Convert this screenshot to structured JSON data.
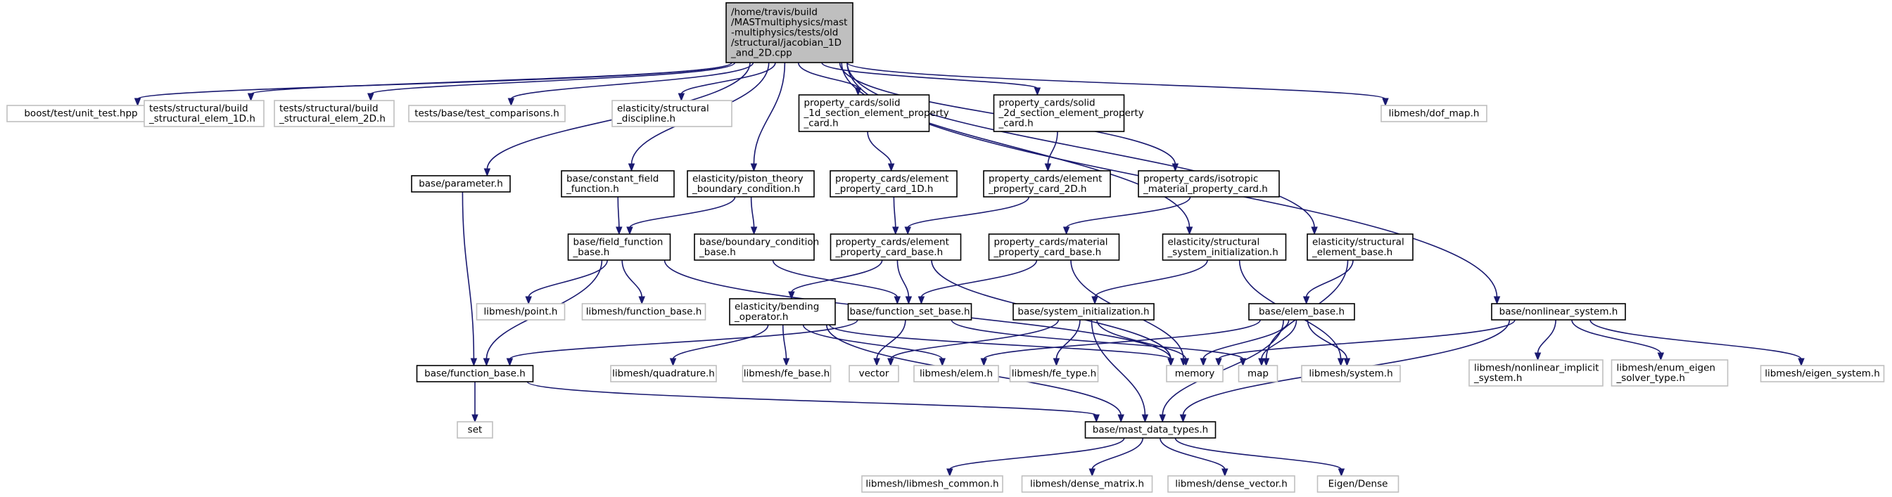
{
  "title": "/home/travis/build/MASTmultiphysics/mast-multiphysics/tests/old/structural/jacobian_1D_and_2D.cpp",
  "colors": {
    "edge": "#191970",
    "root_fill": "#bfbfbf",
    "documented_border": "#000000",
    "external_border": "#bfbfbf"
  },
  "nodes": [
    {
      "id": "root",
      "kind": "root",
      "lines": [
        "/home/travis/build",
        "/MASTmultiphysics/mast",
        "-multiphysics/tests/old",
        "/structural/jacobian_1D",
        "_and_2D.cpp"
      ]
    },
    {
      "id": "unit_test",
      "kind": "ext",
      "lines": [
        "boost/test/unit_test.hpp"
      ]
    },
    {
      "id": "elem1d",
      "kind": "ext",
      "lines": [
        "tests/structural/build",
        "_structural_elem_1D.h"
      ]
    },
    {
      "id": "elem2d",
      "kind": "ext",
      "lines": [
        "tests/structural/build",
        "_structural_elem_2D.h"
      ]
    },
    {
      "id": "test_comp",
      "kind": "ext",
      "lines": [
        "tests/base/test_comparisons.h"
      ]
    },
    {
      "id": "struct_disc",
      "kind": "ext",
      "lines": [
        "elasticity/structural",
        "_discipline.h"
      ]
    },
    {
      "id": "solid1d",
      "kind": "doc",
      "lines": [
        "property_cards/solid",
        "_1d_section_element_property",
        "_card.h"
      ]
    },
    {
      "id": "solid2d",
      "kind": "doc",
      "lines": [
        "property_cards/solid",
        "_2d_section_element_property",
        "_card.h"
      ]
    },
    {
      "id": "dof_map",
      "kind": "ext",
      "lines": [
        "libmesh/dof_map.h"
      ]
    },
    {
      "id": "parameter",
      "kind": "doc",
      "lines": [
        "base/parameter.h"
      ]
    },
    {
      "id": "const_field",
      "kind": "doc",
      "lines": [
        "base/constant_field",
        "_function.h"
      ]
    },
    {
      "id": "piston",
      "kind": "doc",
      "lines": [
        "elasticity/piston_theory",
        "_boundary_condition.h"
      ]
    },
    {
      "id": "epc1d",
      "kind": "doc",
      "lines": [
        "property_cards/element",
        "_property_card_1D.h"
      ]
    },
    {
      "id": "epc2d",
      "kind": "doc",
      "lines": [
        "property_cards/element",
        "_property_card_2D.h"
      ]
    },
    {
      "id": "iso_mat",
      "kind": "doc",
      "lines": [
        "property_cards/isotropic",
        "_material_property_card.h"
      ]
    },
    {
      "id": "field_fn",
      "kind": "doc",
      "lines": [
        "base/field_function",
        "_base.h"
      ]
    },
    {
      "id": "bc_base",
      "kind": "doc",
      "lines": [
        "base/boundary_condition",
        "_base.h"
      ]
    },
    {
      "id": "epc_base",
      "kind": "doc",
      "lines": [
        "property_cards/element",
        "_property_card_base.h"
      ]
    },
    {
      "id": "mat_base",
      "kind": "doc",
      "lines": [
        "property_cards/material",
        "_property_card_base.h"
      ]
    },
    {
      "id": "sys_init",
      "kind": "doc",
      "lines": [
        "elasticity/structural",
        "_system_initialization.h"
      ]
    },
    {
      "id": "struct_elem",
      "kind": "doc",
      "lines": [
        "elasticity/structural",
        "_element_base.h"
      ]
    },
    {
      "id": "point",
      "kind": "ext",
      "lines": [
        "libmesh/point.h"
      ]
    },
    {
      "id": "lm_fn_base",
      "kind": "ext",
      "lines": [
        "libmesh/function_base.h"
      ]
    },
    {
      "id": "bending",
      "kind": "doc",
      "lines": [
        "elasticity/bending",
        "_operator.h"
      ]
    },
    {
      "id": "fn_set",
      "kind": "doc",
      "lines": [
        "base/function_set_base.h"
      ]
    },
    {
      "id": "base_sys_init",
      "kind": "doc",
      "lines": [
        "base/system_initialization.h"
      ]
    },
    {
      "id": "elem_base",
      "kind": "doc",
      "lines": [
        "base/elem_base.h"
      ]
    },
    {
      "id": "nonlin",
      "kind": "doc",
      "lines": [
        "base/nonlinear_system.h"
      ]
    },
    {
      "id": "fn_base",
      "kind": "doc",
      "lines": [
        "base/function_base.h"
      ]
    },
    {
      "id": "quadrature",
      "kind": "ext",
      "lines": [
        "libmesh/quadrature.h"
      ]
    },
    {
      "id": "fe_base",
      "kind": "ext",
      "lines": [
        "libmesh/fe_base.h"
      ]
    },
    {
      "id": "vector",
      "kind": "ext",
      "lines": [
        "vector"
      ]
    },
    {
      "id": "lm_elem",
      "kind": "ext",
      "lines": [
        "libmesh/elem.h"
      ]
    },
    {
      "id": "fe_type",
      "kind": "ext",
      "lines": [
        "libmesh/fe_type.h"
      ]
    },
    {
      "id": "memory",
      "kind": "ext",
      "lines": [
        "memory"
      ]
    },
    {
      "id": "map",
      "kind": "ext",
      "lines": [
        "map"
      ]
    },
    {
      "id": "lm_system",
      "kind": "ext",
      "lines": [
        "libmesh/system.h"
      ]
    },
    {
      "id": "nl_implicit",
      "kind": "ext",
      "lines": [
        "libmesh/nonlinear_implicit",
        "_system.h"
      ]
    },
    {
      "id": "enum_eigen",
      "kind": "ext",
      "lines": [
        "libmesh/enum_eigen",
        "_solver_type.h"
      ]
    },
    {
      "id": "eigen_sys",
      "kind": "ext",
      "lines": [
        "libmesh/eigen_system.h"
      ]
    },
    {
      "id": "set",
      "kind": "ext",
      "lines": [
        "set"
      ]
    },
    {
      "id": "mast_types",
      "kind": "doc",
      "lines": [
        "base/mast_data_types.h"
      ]
    },
    {
      "id": "lm_common",
      "kind": "ext",
      "lines": [
        "libmesh/libmesh_common.h"
      ]
    },
    {
      "id": "dense_matrix",
      "kind": "ext",
      "lines": [
        "libmesh/dense_matrix.h"
      ]
    },
    {
      "id": "dense_vector",
      "kind": "ext",
      "lines": [
        "libmesh/dense_vector.h"
      ]
    },
    {
      "id": "eigen_dense",
      "kind": "ext",
      "lines": [
        "Eigen/Dense"
      ]
    }
  ],
  "edges": [
    [
      "root",
      "unit_test"
    ],
    [
      "root",
      "elem1d"
    ],
    [
      "root",
      "elem2d"
    ],
    [
      "root",
      "test_comp"
    ],
    [
      "root",
      "struct_disc"
    ],
    [
      "root",
      "solid1d"
    ],
    [
      "root",
      "solid2d"
    ],
    [
      "root",
      "dof_map"
    ],
    [
      "root",
      "parameter"
    ],
    [
      "root",
      "const_field"
    ],
    [
      "root",
      "piston"
    ],
    [
      "root",
      "iso_mat"
    ],
    [
      "root",
      "sys_init"
    ],
    [
      "root",
      "struct_elem"
    ],
    [
      "root",
      "nonlin"
    ],
    [
      "solid1d",
      "epc1d"
    ],
    [
      "solid2d",
      "epc2d"
    ],
    [
      "epc1d",
      "epc_base"
    ],
    [
      "epc2d",
      "epc_base"
    ],
    [
      "iso_mat",
      "mat_base"
    ],
    [
      "parameter",
      "fn_base"
    ],
    [
      "const_field",
      "field_fn"
    ],
    [
      "piston",
      "field_fn"
    ],
    [
      "piston",
      "bc_base"
    ],
    [
      "field_fn",
      "point"
    ],
    [
      "field_fn",
      "lm_fn_base"
    ],
    [
      "field_fn",
      "fn_base"
    ],
    [
      "field_fn",
      "memory"
    ],
    [
      "bc_base",
      "fn_set"
    ],
    [
      "epc_base",
      "bending"
    ],
    [
      "epc_base",
      "fn_set"
    ],
    [
      "epc_base",
      "memory"
    ],
    [
      "mat_base",
      "fn_set"
    ],
    [
      "mat_base",
      "memory"
    ],
    [
      "sys_init",
      "base_sys_init"
    ],
    [
      "sys_init",
      "lm_system"
    ],
    [
      "struct_elem",
      "elem_base"
    ],
    [
      "struct_elem",
      "map"
    ],
    [
      "bending",
      "quadrature"
    ],
    [
      "bending",
      "fe_base"
    ],
    [
      "bending",
      "lm_elem"
    ],
    [
      "bending",
      "memory"
    ],
    [
      "bending",
      "mast_types"
    ],
    [
      "fn_set",
      "fn_base"
    ],
    [
      "fn_set",
      "vector"
    ],
    [
      "fn_set",
      "map"
    ],
    [
      "base_sys_init",
      "vector"
    ],
    [
      "base_sys_init",
      "fe_type"
    ],
    [
      "base_sys_init",
      "memory"
    ],
    [
      "base_sys_init",
      "mast_types"
    ],
    [
      "elem_base",
      "lm_elem"
    ],
    [
      "elem_base",
      "memory"
    ],
    [
      "elem_base",
      "map"
    ],
    [
      "elem_base",
      "lm_system"
    ],
    [
      "elem_base",
      "mast_types"
    ],
    [
      "nonlin",
      "memory"
    ],
    [
      "nonlin",
      "nl_implicit"
    ],
    [
      "nonlin",
      "enum_eigen"
    ],
    [
      "nonlin",
      "eigen_sys"
    ],
    [
      "nonlin",
      "mast_types"
    ],
    [
      "fn_base",
      "set"
    ],
    [
      "fn_base",
      "mast_types"
    ],
    [
      "mast_types",
      "lm_common"
    ],
    [
      "mast_types",
      "dense_matrix"
    ],
    [
      "mast_types",
      "dense_vector"
    ],
    [
      "mast_types",
      "eigen_dense"
    ]
  ]
}
